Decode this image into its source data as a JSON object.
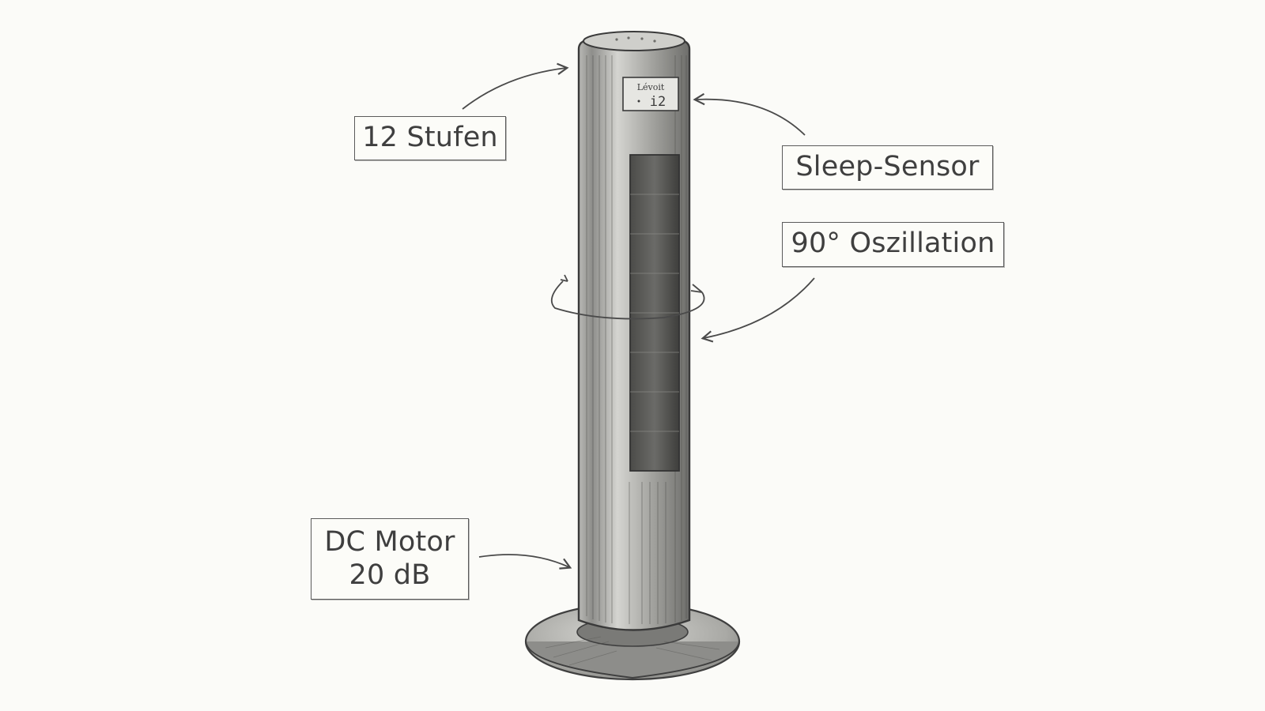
{
  "device": {
    "brand": "Lévoit",
    "display_value": "i2"
  },
  "callouts": {
    "speed_levels": "12 Stufen",
    "sleep_sensor": "Sleep-Sensor",
    "oscillation": "90° Oszillation",
    "motor_line1": "DC Motor",
    "motor_line2": "20 dB"
  },
  "colors": {
    "paper": "#fbfbf8",
    "pencil": "#3f3f3f",
    "shade": "#6a6a6a"
  }
}
